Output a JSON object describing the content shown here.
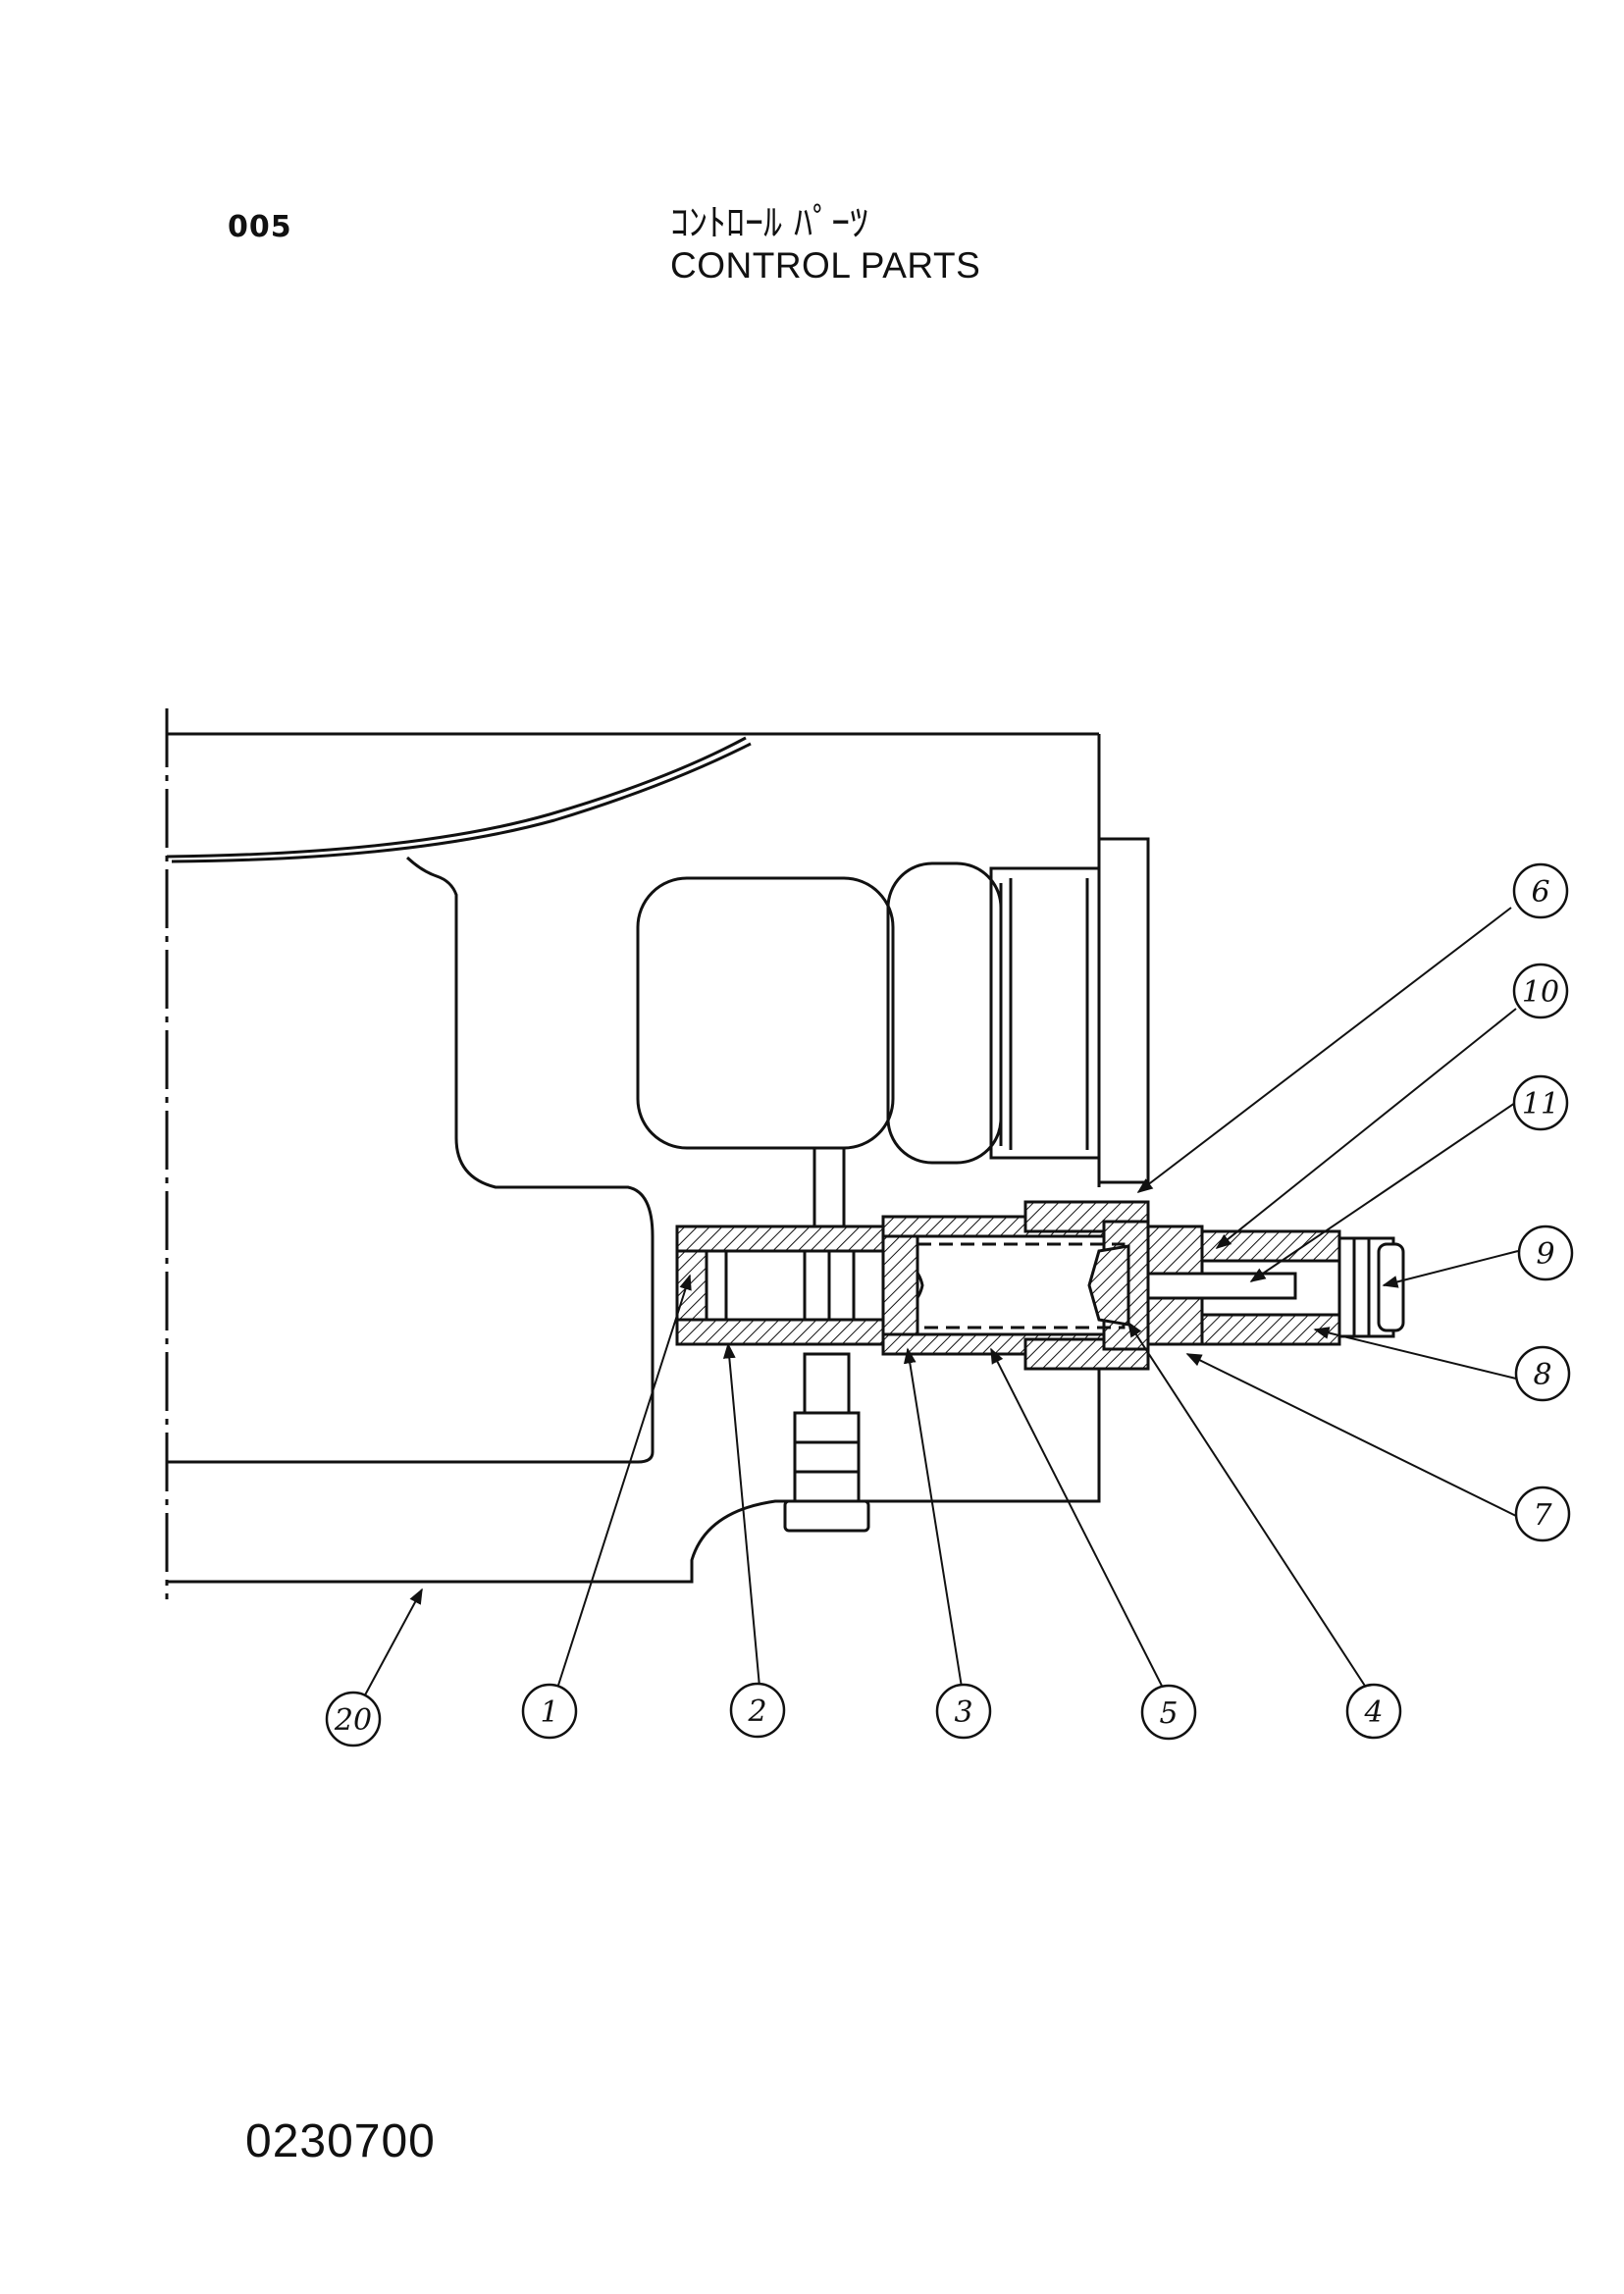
{
  "header": {
    "page_number": "005",
    "title_japanese": "ｺﾝﾄﾛｰﾙ ﾊﾟｰﾂ",
    "title_english": "CONTROL PARTS"
  },
  "footer": {
    "document_number": "0230700"
  },
  "callouts": [
    {
      "id": "callout-6",
      "label": "6"
    },
    {
      "id": "callout-10",
      "label": "10"
    },
    {
      "id": "callout-11",
      "label": "11"
    },
    {
      "id": "callout-9",
      "label": "9"
    },
    {
      "id": "callout-8",
      "label": "8"
    },
    {
      "id": "callout-7",
      "label": "7"
    },
    {
      "id": "callout-20",
      "label": "20"
    },
    {
      "id": "callout-1",
      "label": "1"
    },
    {
      "id": "callout-2",
      "label": "2"
    },
    {
      "id": "callout-3",
      "label": "3"
    },
    {
      "id": "callout-5",
      "label": "5"
    },
    {
      "id": "callout-4",
      "label": "4"
    }
  ],
  "colors": {
    "ink": "#111111",
    "paper": "#ffffff"
  }
}
